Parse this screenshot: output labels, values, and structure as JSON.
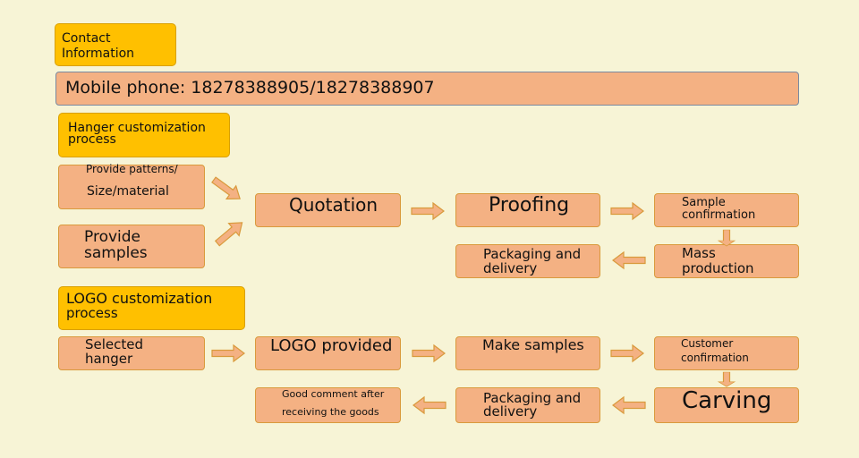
{
  "contact": {
    "title_line1": "Contact",
    "title_line2": "Information",
    "mobile": "Mobile phone: 18278388905/18278388907"
  },
  "hanger": {
    "title_line1": "Hanger customization",
    "title_line2": "process",
    "patterns_line1": "Provide patterns/",
    "patterns_line2": "Size/material",
    "samples_line1": "Provide",
    "samples_line2": "samples",
    "quotation": "Quotation",
    "proofing": "Proofing",
    "sample_conf_line1": "Sample",
    "sample_conf_line2": "confirmation",
    "mass_line1": "Mass",
    "mass_line2": "production",
    "pack_line1": "Packaging and",
    "pack_line2": "delivery"
  },
  "logo": {
    "title_line1": "LOGO customization",
    "title_line2": "process",
    "selected_line1": "Selected",
    "selected_line2": "hanger",
    "logo_provided": "LOGO provided",
    "make_samples": "Make samples",
    "customer_line1": "Customer",
    "customer_line2": "confirmation",
    "carving": "Carving",
    "pack_line1": "Packaging and",
    "pack_line2": "delivery",
    "good_line1": "Good comment after",
    "good_line2": "receiving the goods"
  },
  "colors": {
    "background": "#f7f4d6",
    "header_fill": "#ffc000",
    "box_fill": "#f4b183",
    "border": "#d99a3c"
  }
}
